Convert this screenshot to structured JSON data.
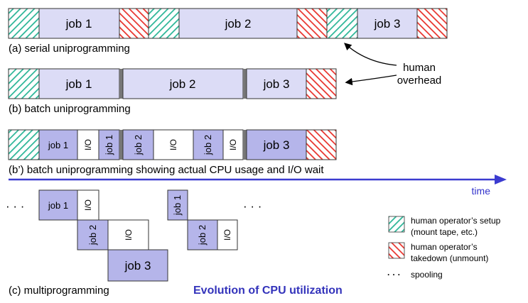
{
  "rows": {
    "a": {
      "caption": "(a) serial uniprogramming",
      "job1": "job 1",
      "job2": "job 2",
      "job3": "job 3"
    },
    "b": {
      "caption": "(b) batch uniprogramming",
      "job1": "job 1",
      "job2": "job 2",
      "job3": "job 3"
    },
    "bp": {
      "caption": "(b’) batch uniprogramming showing actual CPU usage and I/O wait",
      "job1": "job 1",
      "job1v": "job 1",
      "job2v": "job 2",
      "job2v_b": "job 2",
      "job3": "job 3",
      "io": "I/O"
    },
    "c": {
      "caption": "(c) multiprogramming",
      "job1": "job 1",
      "job2": "job 2",
      "job3": "job 3",
      "job1v": "job 1",
      "job2v": "job 2",
      "io": "I/O",
      "dots": "· · ·"
    }
  },
  "annotation": {
    "line1": "human",
    "line2": "overhead"
  },
  "axis": {
    "label": "time"
  },
  "title": "Evolution of CPU utilization",
  "legend": {
    "setup_line1": "human operator’s setup",
    "setup_line2": "(mount tape, etc.)",
    "takedown_line1": "human operator’s",
    "takedown_line2": "takedown (unmount)",
    "spooling": "spooling",
    "dots": "· · ·"
  },
  "colors": {
    "job_fill": "#dcdcf6",
    "job_dark_fill": "#b5b5ea",
    "setup_hatch": "#2bb597",
    "takedown_hatch": "#e8332d",
    "separator": "#777777",
    "timeline": "#3b3bd0",
    "title": "#3333bb"
  }
}
